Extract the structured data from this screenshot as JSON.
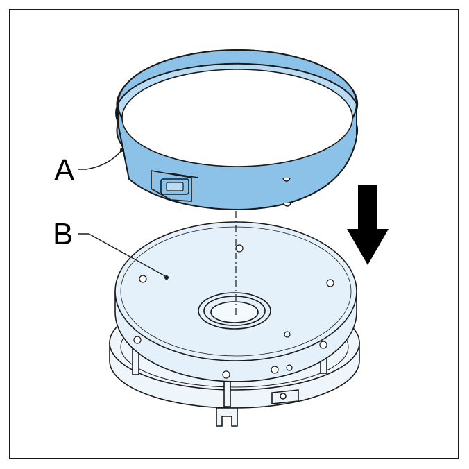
{
  "labels": {
    "ring": "A",
    "base": "B"
  },
  "arrow": {
    "direction": "down"
  },
  "colors": {
    "frame": "#1a1a1a",
    "ring_fill": "#8cc1e8",
    "ring_inner": "#b9dbf3",
    "base_fill": "#e4f0fa",
    "base_lower": "#eef5fb",
    "outline": "#1a1a1a",
    "arrow": "#000000"
  }
}
